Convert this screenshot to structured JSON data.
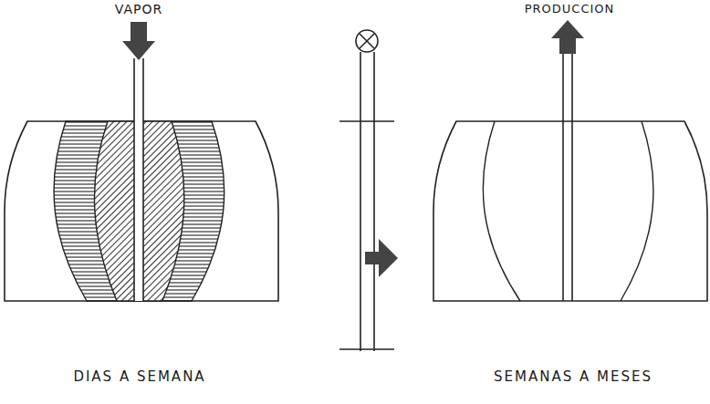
{
  "diagram": {
    "labels": [
      "VAPOR",
      "PRODUCCION",
      "DIAS A SEMANA",
      "SEMANAS A MESES"
    ]
  }
}
